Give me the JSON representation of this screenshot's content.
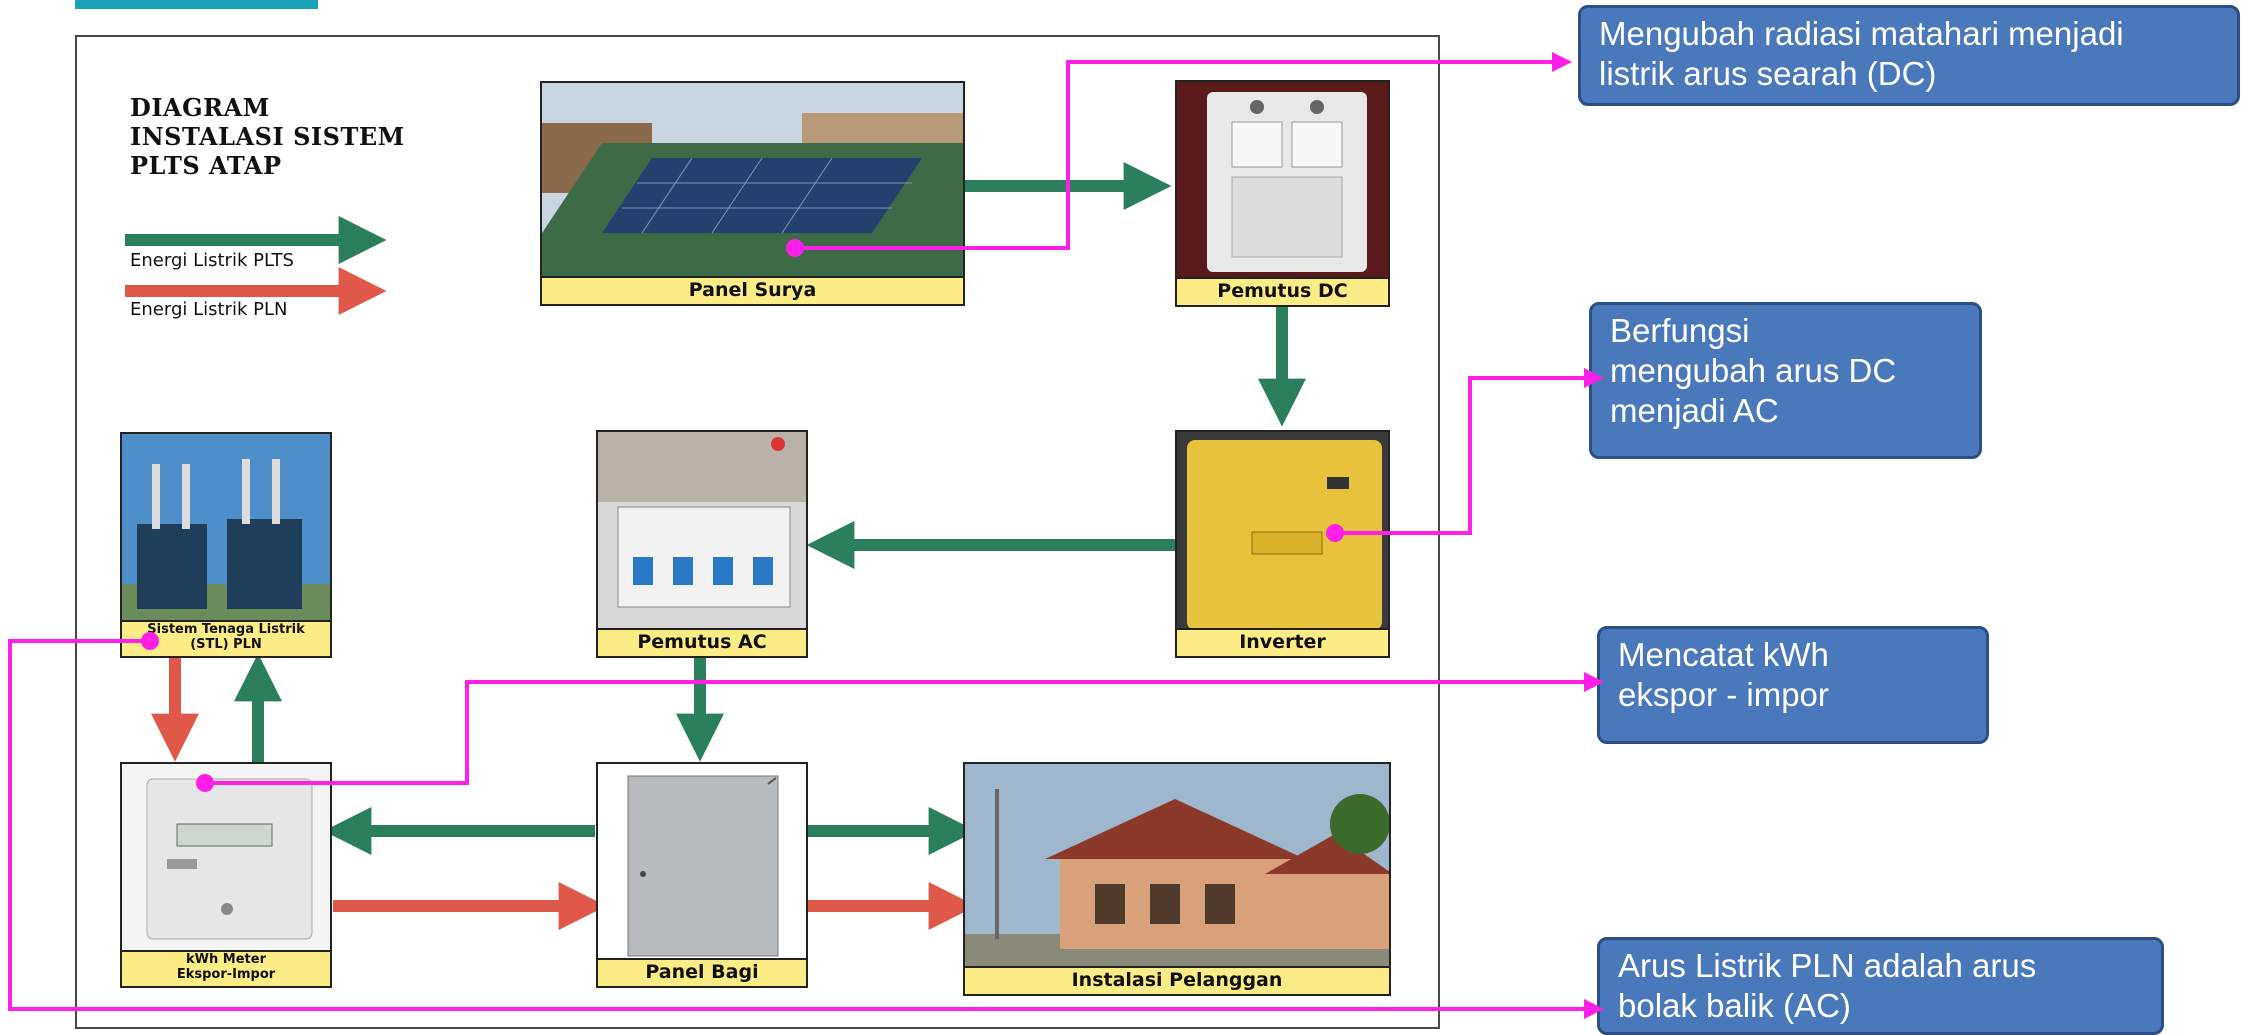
{
  "diagram": {
    "title_lines": [
      "DIAGRAM",
      "INSTALASI SISTEM",
      "PLTS ATAP"
    ],
    "legend": {
      "plts_label": "Energi Listrik PLTS",
      "pln_label": "Energi Listrik PLN",
      "plts_color": "#2b7f5c",
      "pln_color": "#e0584a"
    },
    "components": {
      "panel_surya": "Panel Surya",
      "pemutus_dc": "Pemutus DC",
      "inverter": "Inverter",
      "pemutus_ac": "Pemutus AC",
      "stl_pln": "Sistem Tenaga Listrik\n(STL) PLN",
      "kwh_meter": "kWh Meter\nEkspor-Impor",
      "panel_bagi": "Panel Bagi",
      "instalasi": "Instalasi Pelanggan"
    }
  },
  "callouts": {
    "panel": "Mengubah radiasi matahari menjadi\nlistrik arus searah (DC)",
    "inverter": "Berfungsi\nmengubah arus DC\nmenjadi AC",
    "meter": "Mencatat kWh\nekspor - impor",
    "pln": "Arus Listrik PLN adalah arus\nbolak balik (AC)"
  },
  "colors": {
    "accent": "#1aa3b8",
    "connector": "#ff1fe6",
    "callout_fill": "#4a79bb",
    "caption_fill": "#fbec86"
  }
}
